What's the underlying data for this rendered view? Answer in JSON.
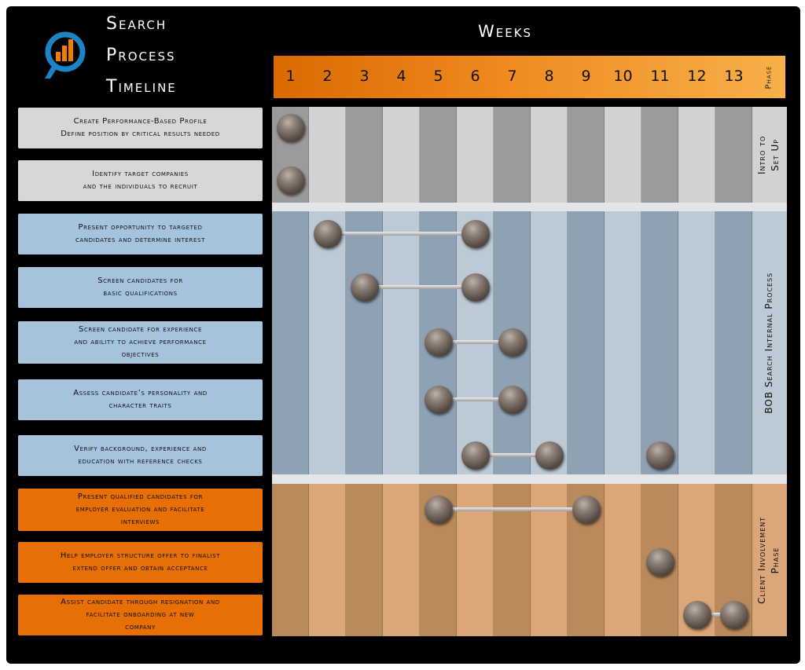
{
  "title_lines": [
    "Search",
    "Process",
    "Timeline"
  ],
  "weeks_title": "Weeks",
  "weeks": [
    "1",
    "2",
    "3",
    "4",
    "5",
    "6",
    "7",
    "8",
    "9",
    "10",
    "11",
    "12",
    "13"
  ],
  "phase_header": "Phase",
  "phases": [
    {
      "name": "intro",
      "label_lines": [
        "Intro to",
        "Set Up"
      ]
    },
    {
      "name": "internal",
      "label_lines": [
        "BOB Search Internal Process"
      ]
    },
    {
      "name": "client",
      "label_lines": [
        "Client Involvement",
        "Phase"
      ]
    }
  ],
  "colors": {
    "header_orange": "#ef8a1f",
    "grey_task": "#d7d7d7",
    "blue_task": "#a6c3de",
    "orange_task": "#e86f06",
    "logo_blue": "#1b84c6",
    "logo_orange": "#f07c00"
  },
  "icons": {
    "logo": "chart-magnifier-icon",
    "marker": "ball-marker-icon"
  },
  "tasks": [
    {
      "phase": "intro",
      "text": "Create Performance-Based Profile\nDefine position by critical results needed",
      "start": 1,
      "end": 1,
      "markers": [
        1
      ]
    },
    {
      "phase": "intro",
      "text": "Identify target companies\nand the individuals to recruit",
      "start": 1,
      "end": 1,
      "markers": [
        1
      ]
    },
    {
      "phase": "internal",
      "text": "Present opportunity to targeted\ncandidates and determine interest",
      "start": 2,
      "end": 6,
      "markers": [
        2,
        6
      ]
    },
    {
      "phase": "internal",
      "text": "Screen candidates for\nbasic qualifications",
      "start": 3,
      "end": 6,
      "markers": [
        3,
        6
      ]
    },
    {
      "phase": "internal",
      "text": "Screen candidate for experience\nand ability to achieve performance\nobjectives",
      "start": 5,
      "end": 7,
      "markers": [
        5,
        7
      ]
    },
    {
      "phase": "internal",
      "text": "Assess candidate’s personality and\ncharacter traits",
      "start": 5,
      "end": 7,
      "markers": [
        5,
        7
      ]
    },
    {
      "phase": "internal",
      "text": "Verify background, experience and\neducation with reference checks",
      "start": 6,
      "end": 8,
      "markers": [
        6,
        8,
        11
      ]
    },
    {
      "phase": "client",
      "text": "Present qualified candidates for\nemployer evaluation and facilitate\ninterviews",
      "start": 5,
      "end": 9,
      "markers": [
        5,
        9
      ]
    },
    {
      "phase": "client",
      "text": "Help employer structure offer to finalist\nextend offer and obtain acceptance",
      "start": 11,
      "end": 11,
      "markers": [
        11
      ]
    },
    {
      "phase": "client",
      "text": "Assist candidate through resignation and\nfacilitate onboarding at new\ncompany",
      "start": 12,
      "end": 13,
      "markers": [
        12,
        13
      ]
    }
  ]
}
